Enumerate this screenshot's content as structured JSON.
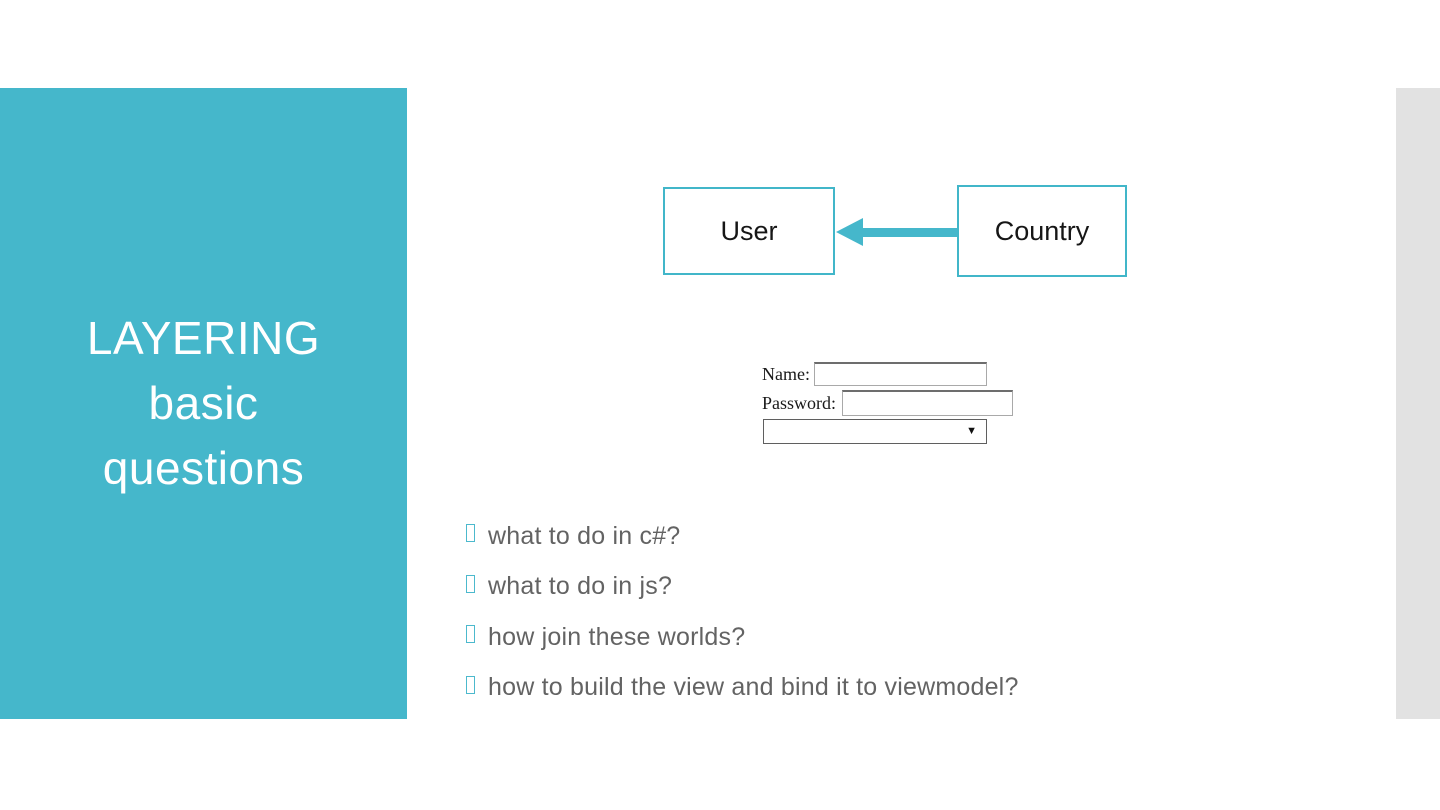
{
  "sidebar": {
    "title_lines": [
      "LAYERING",
      "basic",
      "questions"
    ]
  },
  "diagram": {
    "user_box_label": "User",
    "country_box_label": "Country",
    "arrow_direction": "from Country to User"
  },
  "form": {
    "name_label": "Name:",
    "name_value": "",
    "password_label": "Password:",
    "password_value": "",
    "select_value": "",
    "dropdown_caret": "▼"
  },
  "bullets": [
    "what to do in c#?",
    "what to do in js?",
    "how join these worlds?",
    "how to build the view and bind it to viewmodel?"
  ],
  "colors": {
    "accent_teal": "#45b7cb",
    "box_border_teal": "#41b6c9",
    "right_strip_gray": "#e2e2e2",
    "bullet_text_gray": "#636363"
  }
}
